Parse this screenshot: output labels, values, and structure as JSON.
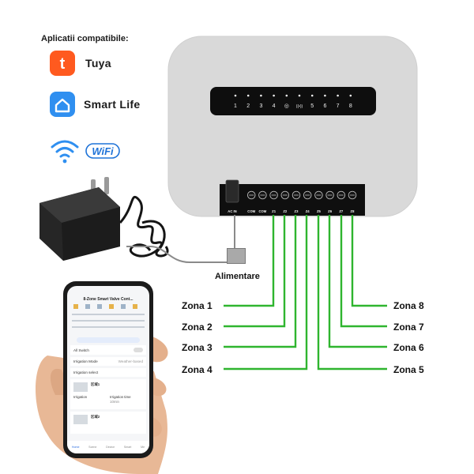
{
  "apps": {
    "title": "Aplicatii compatibile:",
    "tuya_label": "Tuya",
    "smartlife_label": "Smart Life",
    "wifi_badge": "WiFi"
  },
  "controller": {
    "leds": [
      "1",
      "2",
      "3",
      "4",
      "◎",
      "((•))",
      "5",
      "6",
      "7",
      "8"
    ],
    "terminals": [
      "AC IN",
      "COM",
      "COM",
      "Z1",
      "Z2",
      "Z3",
      "Z4",
      "Z5",
      "Z6",
      "Z7",
      "Z8"
    ]
  },
  "power_label": "Alimentare",
  "zones": {
    "left": [
      "Zona 1",
      "Zona 2",
      "Zona 3",
      "Zona 4"
    ],
    "right": [
      "Zona 8",
      "Zona 7",
      "Zona 6",
      "Zona 5"
    ]
  },
  "phone": {
    "header": "8-Zone Smart Valve Cont...",
    "switch_label": "All Switch",
    "mode_label": "Irrigation Mode",
    "mode_value": "Weather-based",
    "select_label": "Irrigation select",
    "zone_a_name": "区域1",
    "zone_b_name": "区域2",
    "irrigation_label": "Irrigation",
    "time_label": "Irrigation time",
    "time_value": "10min",
    "nav": [
      "Home",
      "Scene",
      "Device",
      "Smart",
      "Me"
    ]
  },
  "colors": {
    "wire": "#2fb52f",
    "housing": "#d9d9d9",
    "tuya": "#ff5a1f",
    "smartlife": "#2f8ff0",
    "wifi": "#1f73d8"
  }
}
